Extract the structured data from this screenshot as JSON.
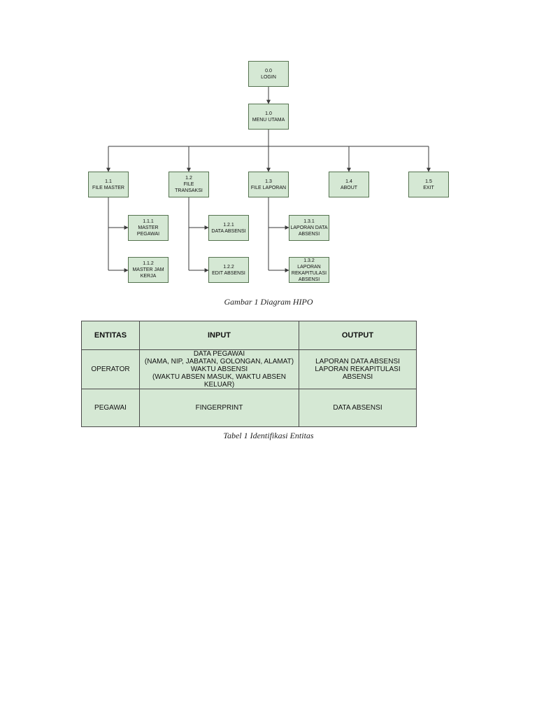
{
  "diagram": {
    "caption": "Gambar 1 Diagram HIPO",
    "boxes": {
      "login": {
        "num": "0.0",
        "label": "LOGIN"
      },
      "menu_utama": {
        "num": "1.0",
        "label": "MENU UTAMA"
      },
      "file_master": {
        "num": "1.1",
        "label": "FILE MASTER"
      },
      "file_transaksi": {
        "num": "1.2",
        "label": "FILE TRANSAKSI"
      },
      "file_laporan": {
        "num": "1.3",
        "label": "FILE LAPORAN"
      },
      "about": {
        "num": "1.4",
        "label": "ABOUT"
      },
      "exit": {
        "num": "1.5",
        "label": "EXIT"
      },
      "master_pegawai": {
        "num": "1.1.1",
        "label": "MASTER PEGAWAI"
      },
      "master_jam_kerja": {
        "num": "1.1.2",
        "label_l1": "MASTER JAM",
        "label_l2": "KERJA"
      },
      "data_absensi": {
        "num": "1.2.1",
        "label": "DATA ABSENSI"
      },
      "edit_absensi": {
        "num": "1.2.2",
        "label": "EDIT ABSENSI"
      },
      "laporan_data_absensi": {
        "num": "1.3.1",
        "label_l1": "LAPORAN DATA",
        "label_l2": "ABSENSI"
      },
      "laporan_rekapitulasi": {
        "num": "1.3.2",
        "label_l1": "LAPORAN",
        "label_l2": "REKAPITULASI",
        "label_l3": "ABSENSI"
      }
    }
  },
  "table": {
    "caption": "Tabel 1 Identifikasi Entitas",
    "headers": {
      "entitas": "ENTITAS",
      "input": "INPUT",
      "output": "OUTPUT"
    },
    "rows": [
      {
        "entitas": "OPERATOR",
        "input_lines": [
          "DATA PEGAWAI",
          "(NAMA, NIP, JABATAN, GOLONGAN, ALAMAT)",
          "WAKTU ABSENSI",
          "(WAKTU ABSEN MASUK, WAKTU ABSEN KELUAR)"
        ],
        "output_lines": [
          "LAPORAN DATA ABSENSI",
          "LAPORAN REKAPITULASI ABSENSI"
        ]
      },
      {
        "entitas": "PEGAWAI",
        "input": "FINGERPRINT",
        "output": "DATA ABSENSI"
      }
    ]
  },
  "colors": {
    "box_fill": "#d5e8d4",
    "box_border": "#55724f",
    "connector": "#3a3a3a"
  }
}
